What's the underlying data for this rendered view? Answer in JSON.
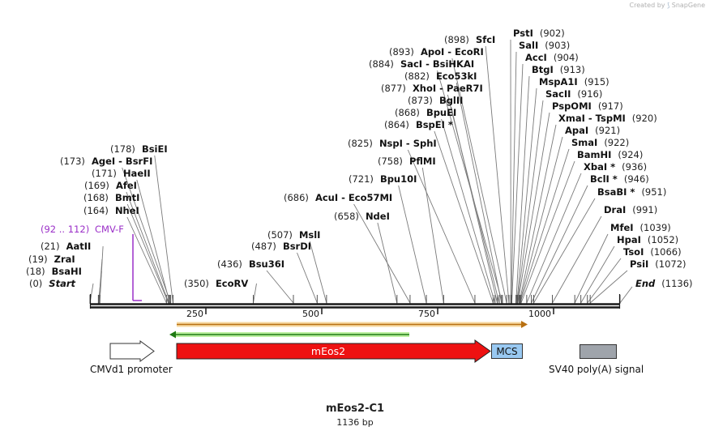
{
  "credit": {
    "text": "Created by",
    "brand": "SnapGene"
  },
  "title": "mEos2-C1",
  "subtitle": "1136 bp",
  "colors": {
    "backbone": "#1a1a1a",
    "site_line": "#777777",
    "primer": "#9b30c8",
    "mEos2": "#ee1111",
    "MCS": "#99c9f2",
    "SV40": "#9fa4ab",
    "orf_orange": "#f0a020",
    "orf_green": "#33bb22"
  },
  "ticks": [
    "250",
    "500",
    "750",
    "1000"
  ],
  "sites": [
    {
      "name": "Start",
      "pos": "(0)",
      "italic": true
    },
    {
      "name": "BsaHI",
      "pos": "(18)"
    },
    {
      "name": "ZraI",
      "pos": "(19)"
    },
    {
      "name": "AatII",
      "pos": "(21)"
    },
    {
      "name": "NheI",
      "pos": "(164)"
    },
    {
      "name": "BmtI",
      "pos": "(168)"
    },
    {
      "name": "AfeI",
      "pos": "(169)"
    },
    {
      "name": "HaeII",
      "pos": "(171)"
    },
    {
      "name": "AgeI  - BsrFI",
      "pos": "(173)"
    },
    {
      "name": "BsiEI",
      "pos": "(178)"
    },
    {
      "name": "EcoRV",
      "pos": "(350)"
    },
    {
      "name": "Bsu36I",
      "pos": "(436)"
    },
    {
      "name": "BsrDI",
      "pos": "(487)"
    },
    {
      "name": "MslI",
      "pos": "(507)"
    },
    {
      "name": "NdeI",
      "pos": "(658)"
    },
    {
      "name": "AcuI  - Eco57MI",
      "pos": "(686)"
    },
    {
      "name": "Bpu10I",
      "pos": "(721)"
    },
    {
      "name": "PflMI",
      "pos": "(758)"
    },
    {
      "name": "NspI  - SphI",
      "pos": "(825)"
    },
    {
      "name": "BspEI *",
      "pos": "(864)"
    },
    {
      "name": "BpuEI",
      "pos": "(868)"
    },
    {
      "name": "BglII",
      "pos": "(873)"
    },
    {
      "name": "XhoI  - PaeR7I",
      "pos": "(877)"
    },
    {
      "name": "Eco53kI",
      "pos": "(882)"
    },
    {
      "name": "SacI  - BsiHKAI",
      "pos": "(884)"
    },
    {
      "name": "ApoI  - EcoRI",
      "pos": "(893)"
    },
    {
      "name": "SfcI",
      "pos": "(898)"
    },
    {
      "name": "PstI",
      "pos": "(902)"
    },
    {
      "name": "SalI",
      "pos": "(903)"
    },
    {
      "name": "AccI",
      "pos": "(904)"
    },
    {
      "name": "BtgI",
      "pos": "(913)"
    },
    {
      "name": "MspA1I",
      "pos": "(915)"
    },
    {
      "name": "SacII",
      "pos": "(916)"
    },
    {
      "name": "PspOMI",
      "pos": "(917)"
    },
    {
      "name": "XmaI  - TspMI",
      "pos": "(920)"
    },
    {
      "name": "ApaI",
      "pos": "(921)"
    },
    {
      "name": "SmaI",
      "pos": "(922)"
    },
    {
      "name": "BamHI",
      "pos": "(924)"
    },
    {
      "name": "XbaI *",
      "pos": "(936)"
    },
    {
      "name": "BclI *",
      "pos": "(946)"
    },
    {
      "name": "BsaBI *",
      "pos": "(951)"
    },
    {
      "name": "DraI",
      "pos": "(991)"
    },
    {
      "name": "MfeI",
      "pos": "(1039)"
    },
    {
      "name": "HpaI",
      "pos": "(1052)"
    },
    {
      "name": "TsoI",
      "pos": "(1066)"
    },
    {
      "name": "PsiI",
      "pos": "(1072)"
    },
    {
      "name": "End",
      "pos": "(1136)",
      "italic": true
    }
  ],
  "primer": {
    "name": "CMV-F",
    "pos": "(92 .. 112)"
  },
  "features": {
    "cmv": "CMVd1 promoter",
    "meos2": "mEos2",
    "mcs": "MCS",
    "sv40": "SV40 poly(A) signal"
  }
}
